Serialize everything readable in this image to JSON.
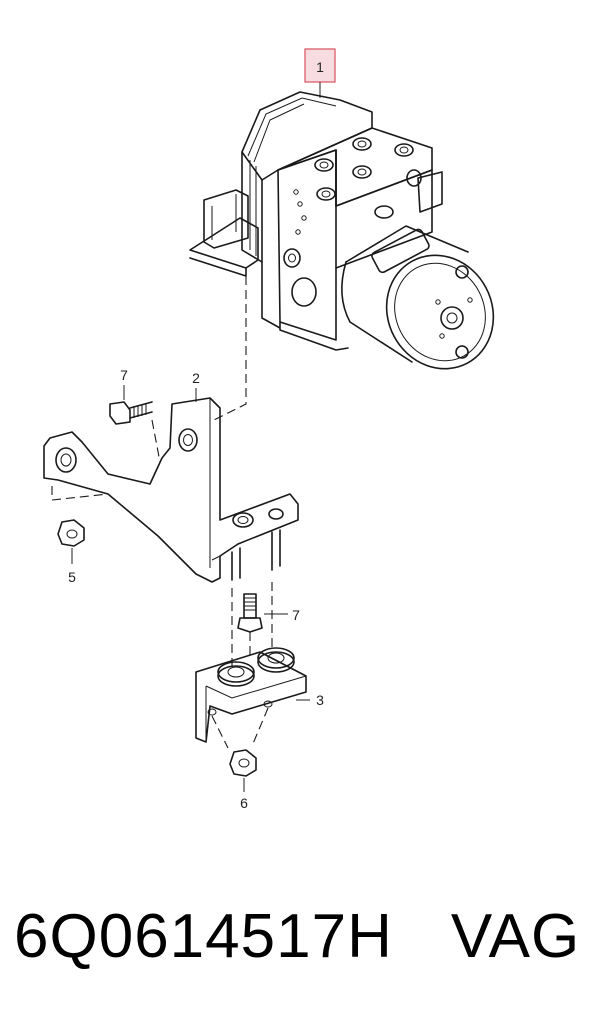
{
  "callouts": {
    "c1": "1",
    "c2": "2",
    "c3": "3",
    "c5": "5",
    "c6": "6",
    "c7a": "7",
    "c7b": "7"
  },
  "caption": {
    "part_number": "6Q0614517H",
    "brand": "VAG"
  },
  "colors": {
    "highlight_fill": "#f7dde1",
    "highlight_stroke": "#d9525f",
    "line": "#1a1a1a"
  }
}
